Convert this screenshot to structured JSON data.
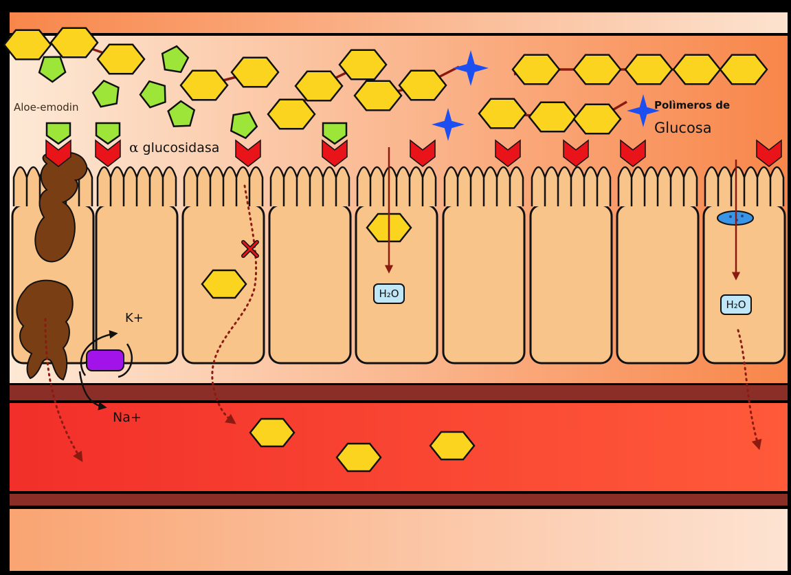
{
  "labels": {
    "aloe_emodin": "Aloe-emodin",
    "alpha_symbol": "α",
    "alpha_glucosidase": "glucosidasa",
    "polymers_line1": "Polìmeros de",
    "polymers_line2": "Glucosa",
    "k_ion": "K+",
    "na_ion": "Na+",
    "water": "H₂O"
  },
  "colors": {
    "lumen_light": "#fde9d6",
    "lumen_dark": "#f8864a",
    "cell_fill": "#f9c48a",
    "blood": "#f23a2a",
    "membrane_dark": "#8a2e27",
    "glucose": "#fbd420",
    "aloe_emodin": "#9ee53a",
    "enzyme": "#e8141a",
    "transporter_brown": "#7a3e14",
    "pump_purple": "#a113e8",
    "star_blue": "#1d4ff0",
    "arrow": "#8b1a10",
    "water_box": "#bfe7f7"
  },
  "icons": {
    "glucose": "hexagon",
    "aloe_emodin": "pentagon",
    "enzyme": "chevron-down",
    "inhibition": "x-mark",
    "star": "four-point-star"
  }
}
